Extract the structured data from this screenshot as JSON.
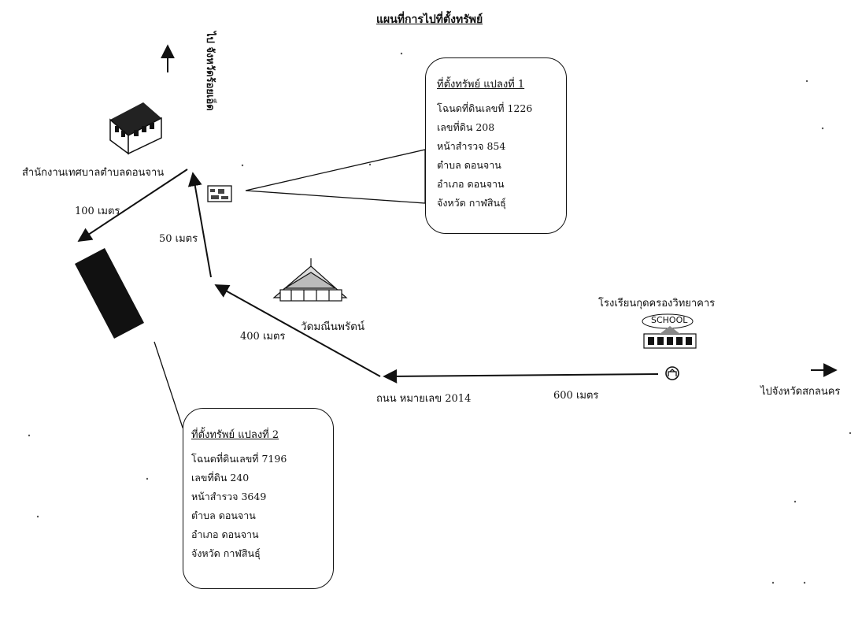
{
  "map": {
    "title": "แผนที่การไปที่ตั้งทรัพย์",
    "direction_north": "ไป จังหวัดร้อยเอ็ด",
    "direction_east": "ไปจังหวัดสกลนคร",
    "landmarks": {
      "municipal_office": "สำนักงานเทศบาลตำบลดอนจาน",
      "temple": "วัดมณีนพรัตน์",
      "school": "โรงเรียนกุดครองวิทยาคาร",
      "school_sign": "SCHOOL",
      "road": "ถนน หมายเลข 2014"
    },
    "distances": {
      "d100": "100 เมตร",
      "d50": "50 เมตร",
      "d400": "400 เมตร",
      "d600": "600 เมตร"
    },
    "parcel1": {
      "heading": "ที่ตั้งทรัพย์ แปลงที่ 1",
      "lines": [
        "โฉนดที่ดินเลขที่ 1226",
        "เลขที่ดิน 208",
        "หน้าสำรวจ 854",
        "ตำบล ดอนจาน",
        "อำเภอ ดอนจาน",
        "จังหวัด กาฬสินธุ์"
      ]
    },
    "parcel2": {
      "heading": "ที่ตั้งทรัพย์ แปลงที่ 2",
      "lines": [
        "โฉนดที่ดินเลขที่ 7196",
        "เลขที่ดิน 240",
        "หน้าสำรวจ 3649",
        "ตำบล ดอนจาน",
        "อำเภอ ดอนจาน",
        "จังหวัด กาฬสินธุ์"
      ]
    },
    "colors": {
      "ink": "#111111",
      "paper": "#ffffff"
    }
  }
}
